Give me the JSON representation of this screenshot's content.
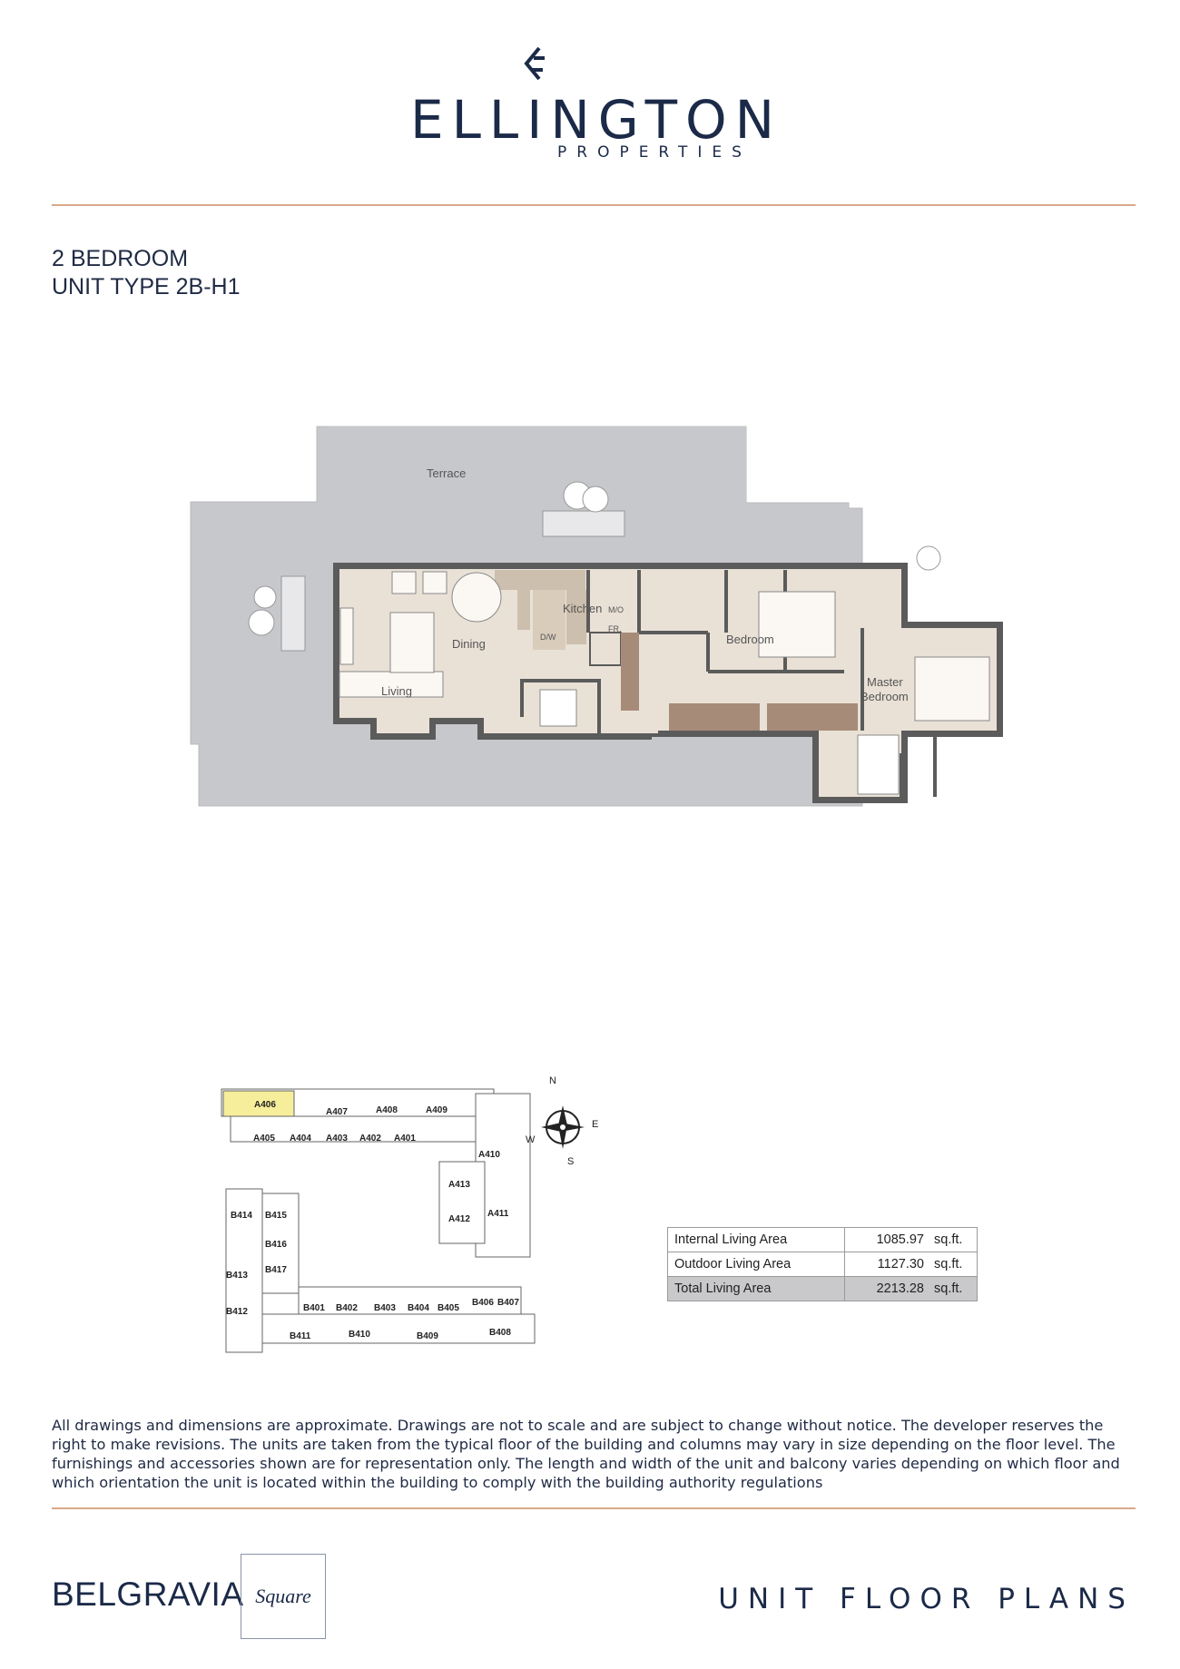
{
  "header": {
    "brand_name": "ELLINGTON",
    "brand_sub": "PROPERTIES",
    "logo_icon": "ellington-e-monogram-icon"
  },
  "unit": {
    "line1": "2 BEDROOM",
    "line2": "UNIT TYPE 2B-H1"
  },
  "floorplan": {
    "rooms": {
      "terrace": "Terrace",
      "kitchen": "Kitchen",
      "dining": "Dining",
      "living": "Living",
      "bedroom": "Bedroom",
      "master_line1": "Master",
      "master_line2": "Bedroom",
      "mw": "M/O",
      "fr": "FR.",
      "dw": "D/W"
    }
  },
  "keyplan": {
    "highlight_unit": "A406",
    "units_top": [
      "A407",
      "A408",
      "A409"
    ],
    "units_row2": [
      "A405",
      "A404",
      "A403",
      "A402",
      "A401"
    ],
    "units_right": [
      "A410",
      "A413",
      "A412",
      "A411"
    ],
    "units_left": [
      "B414",
      "B415",
      "B416",
      "B417",
      "B413",
      "B412"
    ],
    "units_bottom": [
      "B401",
      "B402",
      "B403",
      "B404",
      "B405",
      "B406",
      "B407"
    ],
    "units_bottom2": [
      "B411",
      "B410",
      "B409",
      "B408"
    ],
    "compass": {
      "n": "N",
      "e": "E",
      "s": "S",
      "w": "W"
    }
  },
  "areas": {
    "rows": [
      {
        "label": "Internal Living Area",
        "value": "1085.97",
        "unit": "sq.ft."
      },
      {
        "label": "Outdoor Living Area",
        "value": "1127.30",
        "unit": "sq.ft."
      },
      {
        "label": "Total Living Area",
        "value": "2213.28",
        "unit": "sq.ft."
      }
    ]
  },
  "disclaimer": "All drawings and dimensions are approximate. Drawings are not to scale and are subject to change without notice. The developer reserves the right to make revisions. The units are taken from the typical floor of the building and columns may vary in size depending on the floor level. The furnishings and accessories shown are for representation only. The length and width of the unit and balcony varies depending on which floor and which orientation the unit is located within the building to comply with the building authority regulations",
  "footer": {
    "project_name": "BELGRAVIA",
    "project_script": "Square",
    "section_title": "UNIT FLOOR PLANS"
  },
  "colors": {
    "navy": "#1b2a48",
    "rule": "#d9a98a",
    "terrace": "#c7c8cb",
    "interior": "#e9e1d6",
    "highlight": "#f6ee9a"
  }
}
